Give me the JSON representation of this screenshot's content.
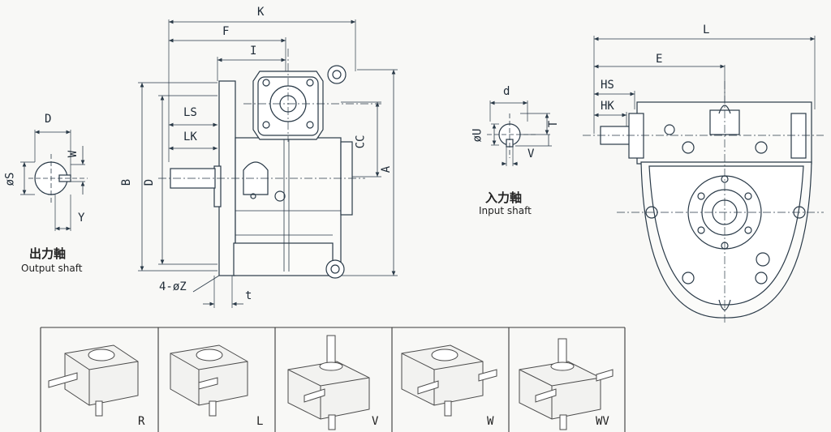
{
  "output_shaft": {
    "title_jp": "出力軸",
    "title_en": "Output shaft",
    "dims": {
      "D": "D",
      "W": "W",
      "S": "øS",
      "Y": "Y"
    }
  },
  "input_shaft": {
    "title_jp": "入力軸",
    "title_en": "Input shaft",
    "dims": {
      "d": "d",
      "U": "øU",
      "T": "T",
      "V": "V"
    }
  },
  "side_view": {
    "dims": {
      "K": "K",
      "F": "F",
      "I": "I",
      "LS": "LS",
      "LK": "LK",
      "B": "B",
      "D": "D",
      "CC": "CC",
      "A": "A",
      "Z": "4-øZ",
      "t": "t"
    }
  },
  "front_view": {
    "dims": {
      "L": "L",
      "E": "E",
      "HS": "HS",
      "HK": "HK"
    }
  },
  "mounting": {
    "types": [
      "R",
      "L",
      "V",
      "W",
      "WV"
    ]
  }
}
